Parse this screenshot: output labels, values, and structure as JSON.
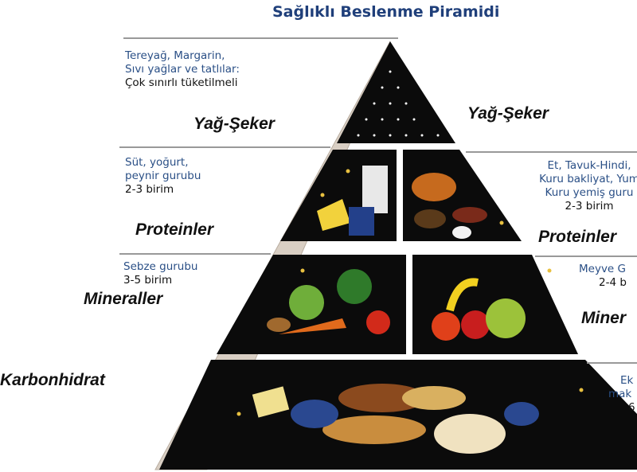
{
  "title": "Sağlıklı Beslenme Piramidi",
  "levels": {
    "fats": {
      "line1": "Tereyağ, Margarin,",
      "line2": "Sıvı yağlar ve tatlılar:",
      "line3": "Çok sınırlı tüketilmeli",
      "label_left": "Yağ-Şeker",
      "label_right": "Yağ-Şeker"
    },
    "dairy": {
      "line1": "Süt, yoğurt,",
      "line2": "peynir gurubu",
      "line3": "2-3 birim",
      "label": "Proteinler"
    },
    "meat": {
      "line1": "Et, Tavuk-Hindi,",
      "line2": "Kuru bakliyat, Yum",
      "line3": "Kuru yemiş guru",
      "line4": "2-3 birim",
      "label": "Proteinler"
    },
    "vegetables": {
      "line1": "Sebze gurubu",
      "line2": "3-5 birim",
      "label": "Mineraller"
    },
    "fruits": {
      "line1": "Meyve G",
      "line2": "2-4 b",
      "label": "Miner"
    },
    "grains": {
      "line1": "Ek",
      "line2": "mak",
      "line3": "6",
      "label": "Karbonhidrat"
    }
  },
  "colors": {
    "title": "#1f3f7a",
    "desc": "#2a4f86",
    "pyramid": "#0b0b0b",
    "side": "#d9cfc4"
  }
}
